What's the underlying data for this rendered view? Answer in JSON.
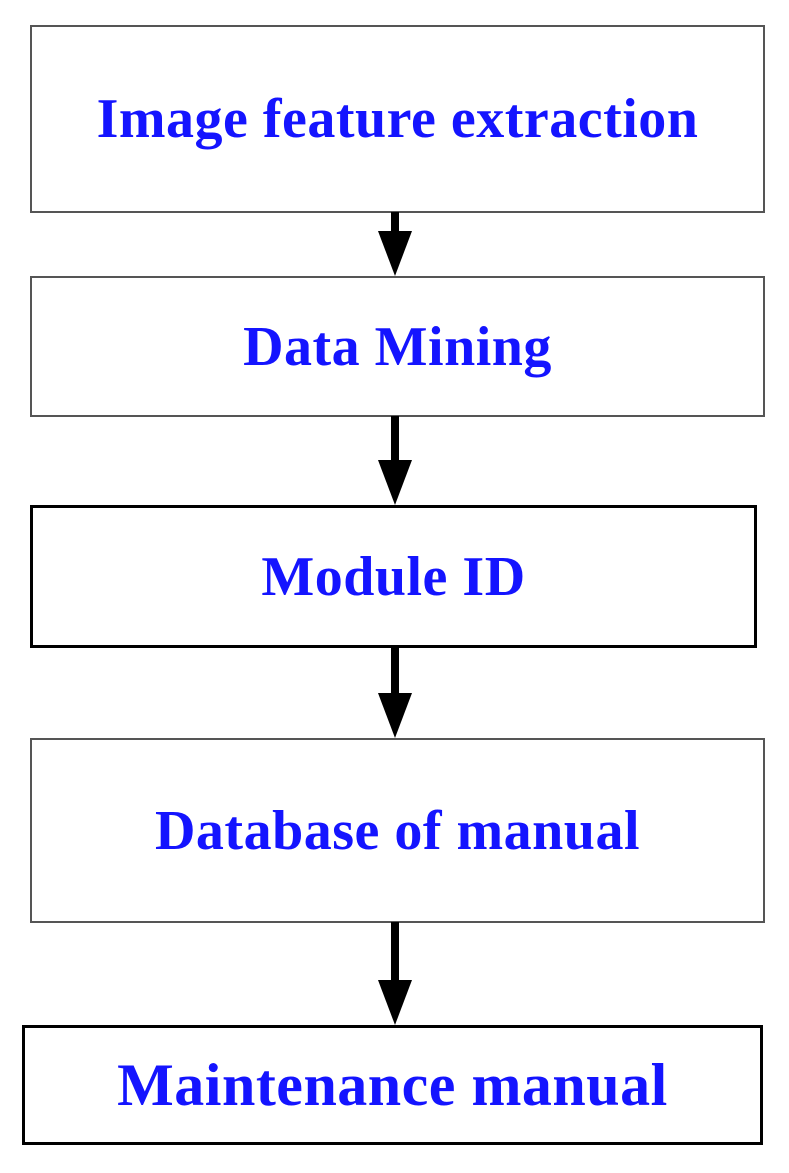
{
  "diagram": {
    "type": "flowchart",
    "direction": "top-down",
    "colors": {
      "text": "#1414ff",
      "arrow": "#000000",
      "thin_border": "#555555",
      "thick_border": "#000000",
      "background": "#ffffff"
    },
    "nodes": [
      {
        "id": "image-feature-extraction",
        "label": "Image feature extraction",
        "border": "thin"
      },
      {
        "id": "data-mining",
        "label": "Data Mining",
        "border": "thin"
      },
      {
        "id": "module-id",
        "label": "Module ID",
        "border": "thick"
      },
      {
        "id": "database-of-manual",
        "label": "Database of manual",
        "border": "thin"
      },
      {
        "id": "maintenance-manual",
        "label": "Maintenance manual",
        "border": "thick"
      }
    ],
    "connections": [
      {
        "from": "image-feature-extraction",
        "to": "data-mining",
        "style": "arrow-down"
      },
      {
        "from": "data-mining",
        "to": "module-id",
        "style": "arrow-down"
      },
      {
        "from": "module-id",
        "to": "database-of-manual",
        "style": "arrow-down"
      },
      {
        "from": "database-of-manual",
        "to": "maintenance-manual",
        "style": "arrow-down"
      }
    ]
  }
}
